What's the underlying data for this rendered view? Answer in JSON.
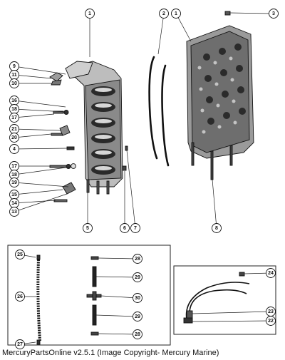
{
  "callouts": [
    {
      "label": "1"
    },
    {
      "label": "2"
    },
    {
      "label": "1"
    },
    {
      "label": "3"
    },
    {
      "label": "9"
    },
    {
      "label": "11"
    },
    {
      "label": "10"
    },
    {
      "label": "16"
    },
    {
      "label": "18"
    },
    {
      "label": "17"
    },
    {
      "label": "21"
    },
    {
      "label": "20"
    },
    {
      "label": "4"
    },
    {
      "label": "17"
    },
    {
      "label": "18"
    },
    {
      "label": "19"
    },
    {
      "label": "15"
    },
    {
      "label": "14"
    },
    {
      "label": "13"
    },
    {
      "label": "5"
    },
    {
      "label": "6"
    },
    {
      "label": "7"
    },
    {
      "label": "8"
    },
    {
      "label": "25"
    },
    {
      "label": "26"
    },
    {
      "label": "27"
    },
    {
      "label": "28"
    },
    {
      "label": "29"
    },
    {
      "label": "30"
    },
    {
      "label": "29"
    },
    {
      "label": "28"
    },
    {
      "label": "24"
    },
    {
      "label": "23"
    },
    {
      "label": "22"
    }
  ],
  "footer": {
    "text": "MercuryPartsOnline v2.5.1 (Image Copyright- Mercury Marine)"
  }
}
